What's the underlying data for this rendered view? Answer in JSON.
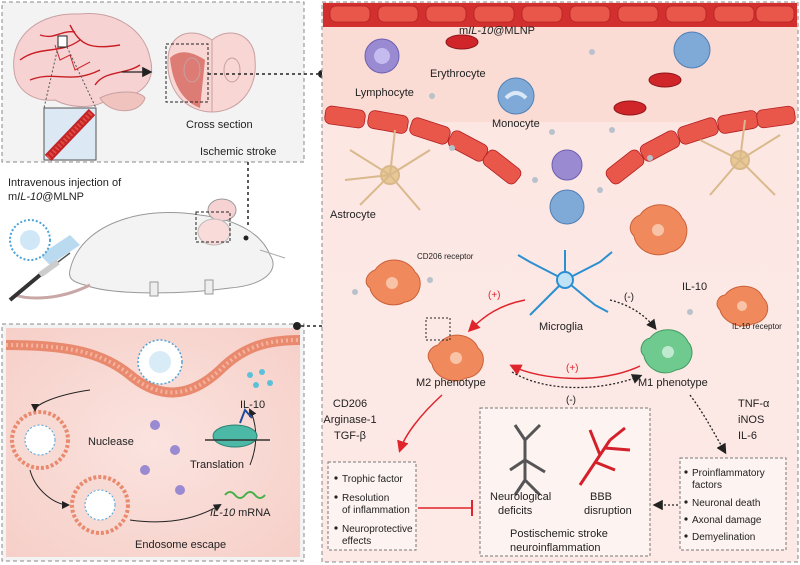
{
  "top_left": {
    "cross_section_label": "Cross section",
    "ischemic_stroke_label": "Ischemic stroke"
  },
  "injection": {
    "line1": "Intravenous injection of",
    "line2_prefix": "m",
    "line2_italic": "IL-10",
    "line2_suffix": "@MLNP"
  },
  "vessel": {
    "nanoparticle_prefix": "m",
    "nanoparticle_italic": "IL-10",
    "nanoparticle_suffix": "@MLNP",
    "erythrocyte": "Erythrocyte",
    "lymphocyte": "Lymphocyte",
    "monocyte": "Monocyte",
    "astrocyte": "Astrocyte"
  },
  "microglia": {
    "cd206_receptor": "CD206 receptor",
    "il10": "IL-10",
    "il10_receptor": "IL-10 receptor",
    "microglia": "Microglia",
    "plus_left": "(+)",
    "minus_right": "(-)",
    "plus_center": "(+)",
    "minus_center": "(-)",
    "m2": "M2 phenotype",
    "m1": "M1 phenotype"
  },
  "m2_markers": [
    "CD206",
    "Arginase-1",
    "TGF-β"
  ],
  "m1_markers": [
    "TNF-α",
    "iNOS",
    "IL-6"
  ],
  "left_box": {
    "items": [
      "Trophic factor",
      "Resolution",
      "of inflammation",
      "Neuroprotective",
      "effects"
    ]
  },
  "center_box": {
    "neuro_1": "Neurological",
    "neuro_2": "deficits",
    "bbb_1": "BBB",
    "bbb_2": "disruption",
    "footer_1": "Postischemic stroke",
    "footer_2": "neuroinflammation"
  },
  "right_box": {
    "items": [
      "Proinflammatory",
      "factors",
      "Neuronal death",
      "Axonal damage",
      "Demyelination"
    ]
  },
  "cell_panel": {
    "il10": "IL-10",
    "nuclease": "Nuclease",
    "translation": "Translation",
    "mrna_italic": "IL-10",
    "mrna_suffix": " mRNA",
    "endosome_escape": "Endosome escape"
  }
}
